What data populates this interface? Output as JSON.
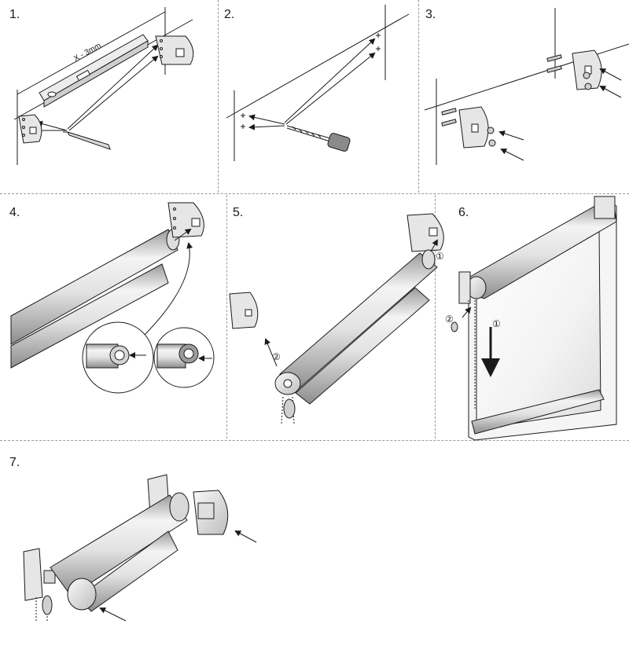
{
  "steps": [
    {
      "number": "1.",
      "measure_label": "X - 3mm"
    },
    {
      "number": "2."
    },
    {
      "number": "3."
    },
    {
      "number": "4."
    },
    {
      "number": "5.",
      "markers": [
        "①",
        "②"
      ]
    },
    {
      "number": "6.",
      "markers": [
        "①",
        "②"
      ]
    },
    {
      "number": "7."
    }
  ],
  "colors": {
    "line": "#1a1a1a",
    "roller_light": "#f2f2f2",
    "roller_mid": "#c9c9c9",
    "roller_dark": "#8a8a8a",
    "divider": "#9a9a9a"
  }
}
